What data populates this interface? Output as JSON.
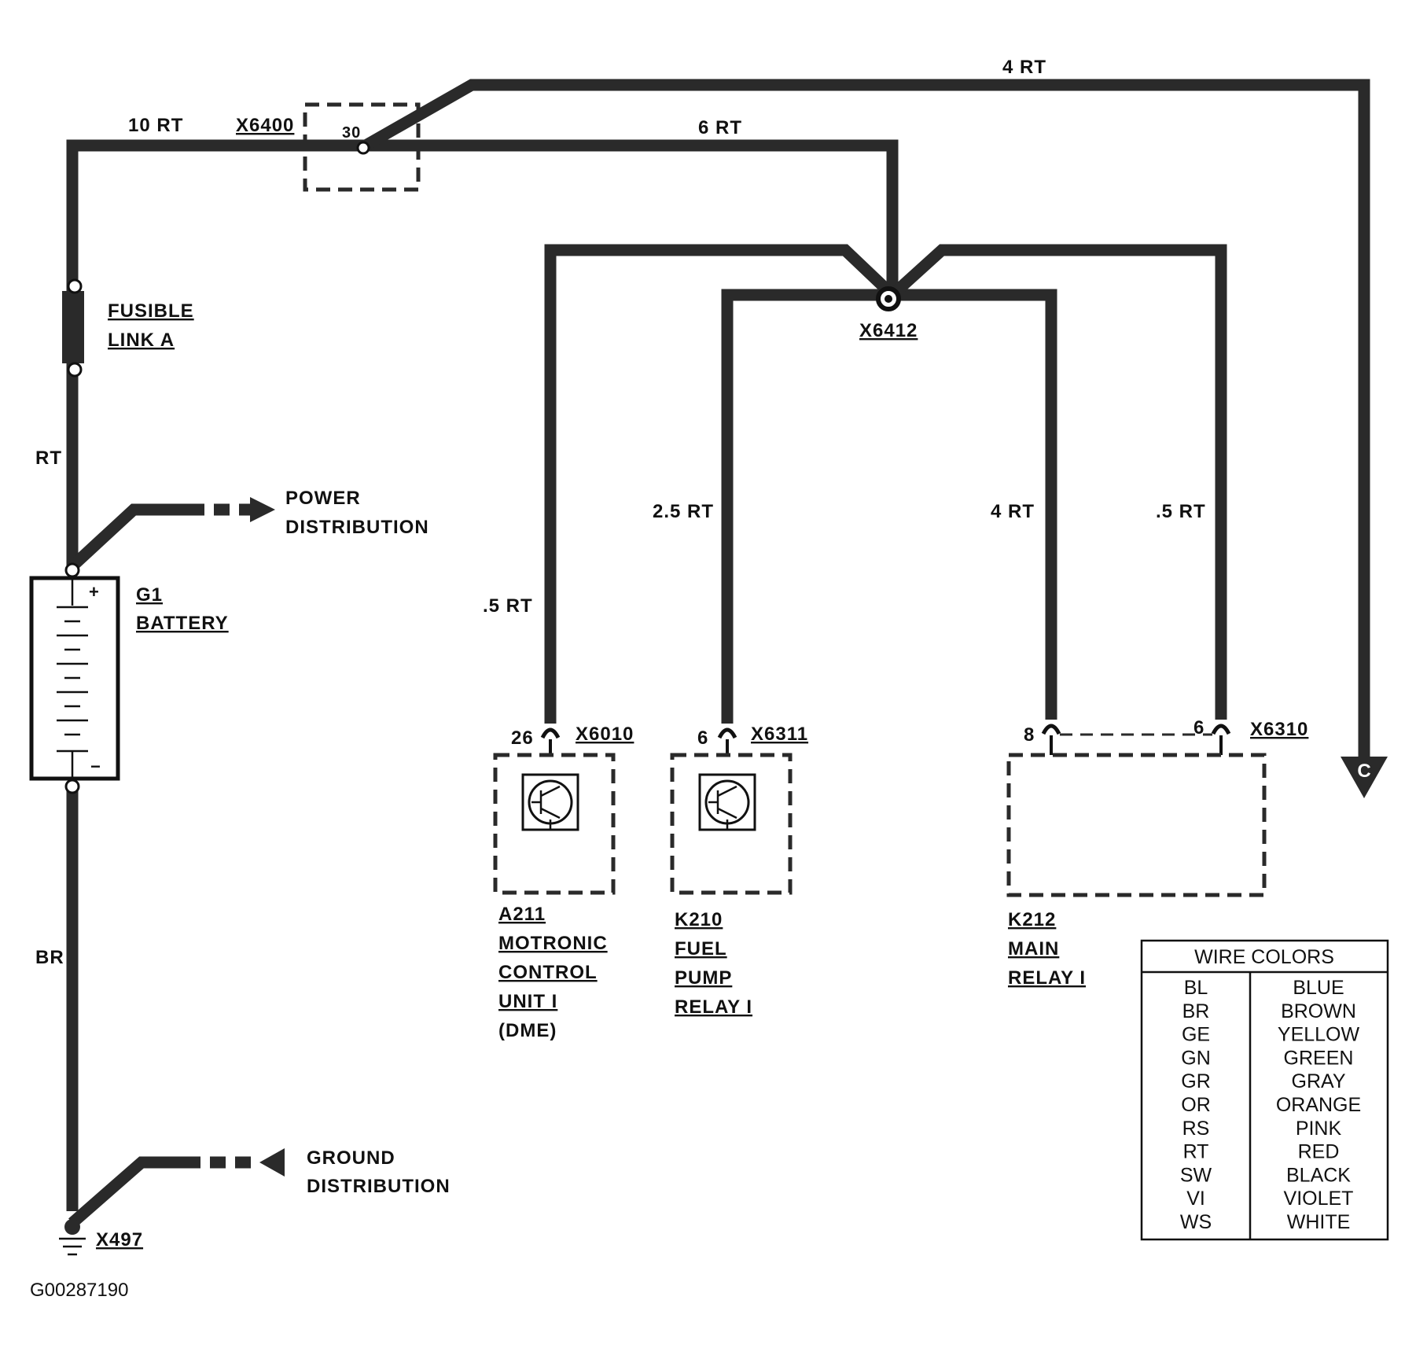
{
  "wires": {
    "main_feed": "10 RT",
    "junction_to_x6412": "6 RT",
    "top_run": "4 RT",
    "battery_pos": "RT",
    "battery_neg": "BR",
    "to_motronic": ".5 RT",
    "to_fuel_pump_relay": "2.5 RT",
    "to_main_relay_8": "4 RT",
    "to_main_relay_6": ".5 RT"
  },
  "connectors": {
    "x6400": "X6400",
    "x6400_pin": "30",
    "x6412": "X6412",
    "x6010": "X6010",
    "x6010_pin": "26",
    "x6311": "X6311",
    "x6311_pin": "6",
    "x6310": "X6310",
    "x6310_pin_a": "8",
    "x6310_pin_b": "6",
    "ground": "X497"
  },
  "components": {
    "fusible_link": [
      "FUSIBLE",
      "LINK A"
    ],
    "battery": [
      "G1",
      "BATTERY"
    ],
    "power_dist": [
      "POWER",
      "DISTRIBUTION"
    ],
    "ground_dist": [
      "GROUND",
      "DISTRIBUTION"
    ],
    "a211": [
      "A211",
      "MOTRONIC",
      "CONTROL",
      "UNIT I",
      "(DME)"
    ],
    "k210": [
      "K210",
      "FUEL",
      "PUMP",
      "RELAY I"
    ],
    "k212": [
      "K212",
      "MAIN",
      "RELAY I"
    ]
  },
  "battery_symbols": {
    "plus": "+",
    "minus": "−"
  },
  "continuation": "C",
  "wire_colors": {
    "title": "WIRE COLORS",
    "rows": [
      [
        "BL",
        "BLUE"
      ],
      [
        "BR",
        "BROWN"
      ],
      [
        "GE",
        "YELLOW"
      ],
      [
        "GN",
        "GREEN"
      ],
      [
        "GR",
        "GRAY"
      ],
      [
        "OR",
        "ORANGE"
      ],
      [
        "RS",
        "PINK"
      ],
      [
        "RT",
        "RED"
      ],
      [
        "SW",
        "BLACK"
      ],
      [
        "VI",
        "VIOLET"
      ],
      [
        "WS",
        "WHITE"
      ]
    ]
  },
  "figure_id": "G00287190"
}
